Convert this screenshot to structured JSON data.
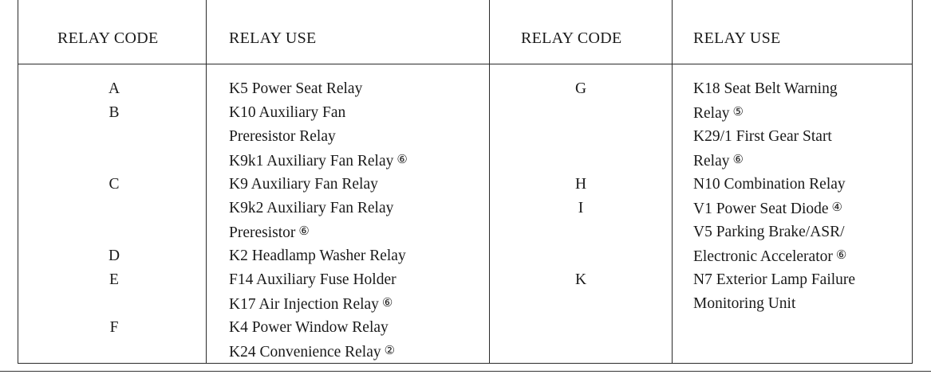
{
  "table": {
    "headers": [
      "RELAY CODE",
      "RELAY USE",
      "RELAY CODE",
      "RELAY USE"
    ],
    "left_codes": [
      {
        "row": 0,
        "code": "A"
      },
      {
        "row": 1,
        "code": "B"
      },
      {
        "row": 4,
        "code": "C"
      },
      {
        "row": 7,
        "code": "D"
      },
      {
        "row": 8,
        "code": "E"
      },
      {
        "row": 10,
        "code": "F"
      }
    ],
    "left_uses": [
      {
        "row": 0,
        "text": "K5 Power Seat Relay",
        "mark": ""
      },
      {
        "row": 1,
        "text": "K10 Auxiliary Fan",
        "mark": ""
      },
      {
        "row": 2,
        "text": "Preresistor Relay",
        "mark": ""
      },
      {
        "row": 3,
        "text": "K9k1 Auxiliary Fan Relay",
        "mark": "⑥"
      },
      {
        "row": 4,
        "text": "K9 Auxiliary Fan Relay",
        "mark": ""
      },
      {
        "row": 5,
        "text": "K9k2 Auxiliary Fan Relay",
        "mark": ""
      },
      {
        "row": 6,
        "text": "Preresistor",
        "mark": "⑥"
      },
      {
        "row": 7,
        "text": "K2 Headlamp Washer Relay",
        "mark": ""
      },
      {
        "row": 8,
        "text": "F14 Auxiliary Fuse Holder",
        "mark": ""
      },
      {
        "row": 9,
        "text": "K17 Air Injection Relay",
        "mark": "⑥"
      },
      {
        "row": 10,
        "text": "K4 Power Window Relay",
        "mark": ""
      },
      {
        "row": 11,
        "text": "K24 Convenience Relay",
        "mark": "②"
      }
    ],
    "right_codes": [
      {
        "row": 0,
        "code": "G"
      },
      {
        "row": 4,
        "code": "H"
      },
      {
        "row": 5,
        "code": "I"
      },
      {
        "row": 8,
        "code": "K"
      }
    ],
    "right_uses": [
      {
        "row": 0,
        "text": "K18 Seat Belt Warning",
        "mark": ""
      },
      {
        "row": 1,
        "text": "Relay",
        "mark": "⑤"
      },
      {
        "row": 2,
        "text": "K29/1 First Gear Start",
        "mark": ""
      },
      {
        "row": 3,
        "text": "Relay",
        "mark": "⑥"
      },
      {
        "row": 4,
        "text": "N10 Combination Relay",
        "mark": ""
      },
      {
        "row": 5,
        "text": "V1 Power Seat Diode",
        "mark": "④"
      },
      {
        "row": 6,
        "text": "V5 Parking Brake/ASR/",
        "mark": ""
      },
      {
        "row": 7,
        "text": "Electronic Accelerator",
        "mark": "⑥"
      },
      {
        "row": 8,
        "text": "N7 Exterior Lamp Failure",
        "mark": ""
      },
      {
        "row": 9,
        "text": "Monitoring Unit",
        "mark": ""
      }
    ]
  }
}
